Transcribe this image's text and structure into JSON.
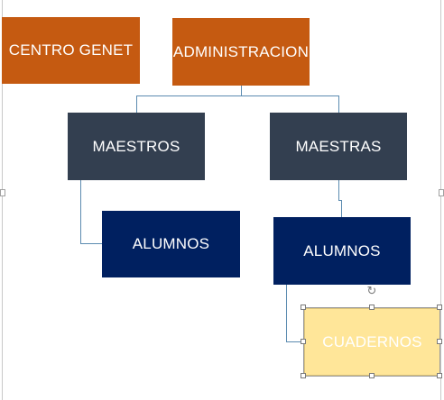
{
  "diagram": {
    "nodes": {
      "centro": "CENTRO GENET",
      "administracion": "ADMINISTRACION",
      "maestros": "MAESTROS",
      "maestras": "MAESTRAS",
      "alumnos_left": "ALUMNOS",
      "alumnos_right": "ALUMNOS",
      "cuadernos": "CUADERNOS"
    },
    "colors": {
      "orange": "#c55a11",
      "slate": "#333f50",
      "navy": "#002060",
      "yellow": "#ffe699",
      "connector": "#5b8bb0"
    },
    "selected_node": "cuadernos",
    "icons": [
      "rotate-handle-icon"
    ]
  }
}
